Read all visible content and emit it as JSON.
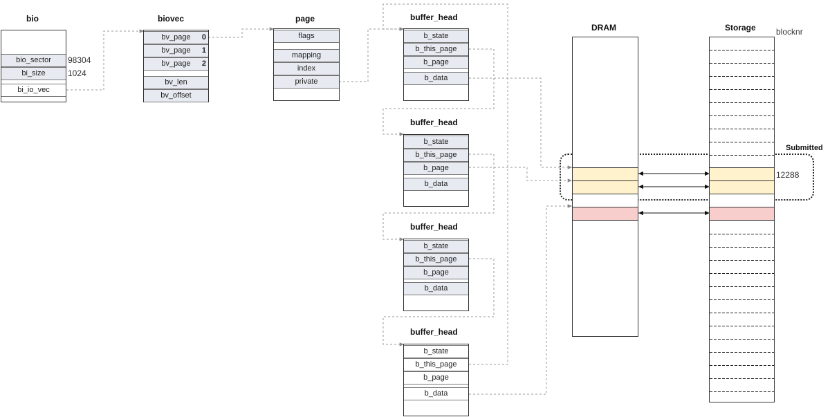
{
  "bio": {
    "title": "bio",
    "fields": [
      {
        "label": "bio_sector",
        "value": "98304"
      },
      {
        "label": "bi_size",
        "value": "1024"
      },
      {
        "label": "bi_io_vec",
        "value": ""
      }
    ]
  },
  "biovec": {
    "title": "biovec",
    "pages": [
      {
        "label": "bv_page",
        "index": "0"
      },
      {
        "label": "bv_page",
        "index": "1"
      },
      {
        "label": "bv_page",
        "index": "2"
      }
    ],
    "fields": [
      "bv_len",
      "bv_offset"
    ]
  },
  "page": {
    "title": "page",
    "fields": [
      "flags",
      "mapping",
      "index",
      "private"
    ]
  },
  "buffer_heads": [
    {
      "title": "buffer_head",
      "fields": [
        "b_state",
        "b_this_page",
        "b_page",
        "b_data"
      ]
    },
    {
      "title": "buffer_head",
      "fields": [
        "b_state",
        "b_this_page",
        "b_page",
        "b_data"
      ]
    },
    {
      "title": "buffer_head",
      "fields": [
        "b_state",
        "b_this_page",
        "b_page",
        "b_data"
      ]
    },
    {
      "title": "buffer_head",
      "fields": [
        "b_state",
        "b_this_page",
        "b_page",
        "b_data"
      ]
    }
  ],
  "dram": {
    "title": "DRAM"
  },
  "storage": {
    "title": "Storage",
    "blocknr_label": "blocknr",
    "block_number": "12288"
  },
  "submitted_label": "Submitted",
  "colors": {
    "submitted_fill": "#fff2cc",
    "other_fill": "#f8cecc",
    "field_fill": "#e7ebf1"
  }
}
